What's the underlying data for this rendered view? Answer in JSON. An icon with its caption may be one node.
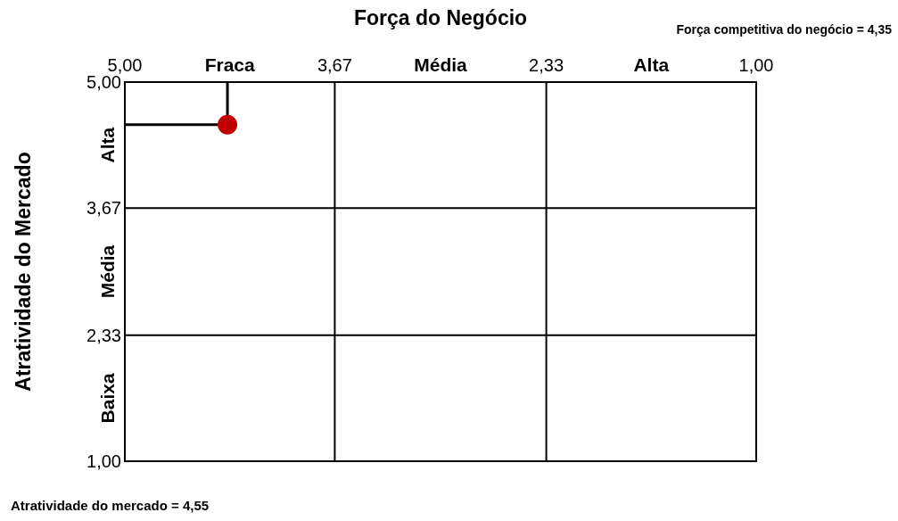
{
  "diagram": {
    "labels": [
      "Fraca",
      "Média",
      "Alta",
      "Alta",
      "Média",
      "Baixa"
    ],
    "chart_data": {
      "type": "scatter",
      "xlabel": "Força do Negócio",
      "ylabel": "Atratividade do Mercado",
      "xlim": [
        5,
        1
      ],
      "ylim": [
        1,
        5
      ],
      "grid": true,
      "xticks": [
        {
          "value": 5,
          "label": "5,00"
        },
        {
          "value": 3.67,
          "label": "3,67"
        },
        {
          "value": 2.33,
          "label": "2,33"
        },
        {
          "value": 1,
          "label": "1,00"
        }
      ],
      "yticks": [
        {
          "value": 5,
          "label": "5,00"
        },
        {
          "value": 3.67,
          "label": "3,67"
        },
        {
          "value": 2.33,
          "label": "2,33"
        },
        {
          "value": 1,
          "label": "1,00"
        }
      ],
      "x": [
        4.35
      ],
      "series": [
        {
          "color": "#c00000",
          "values": [
            4.55
          ]
        }
      ],
      "annotations": [
        "Força competitiva do negócio = 4,35",
        "Atratividade do mercado = 4,55"
      ]
    }
  }
}
